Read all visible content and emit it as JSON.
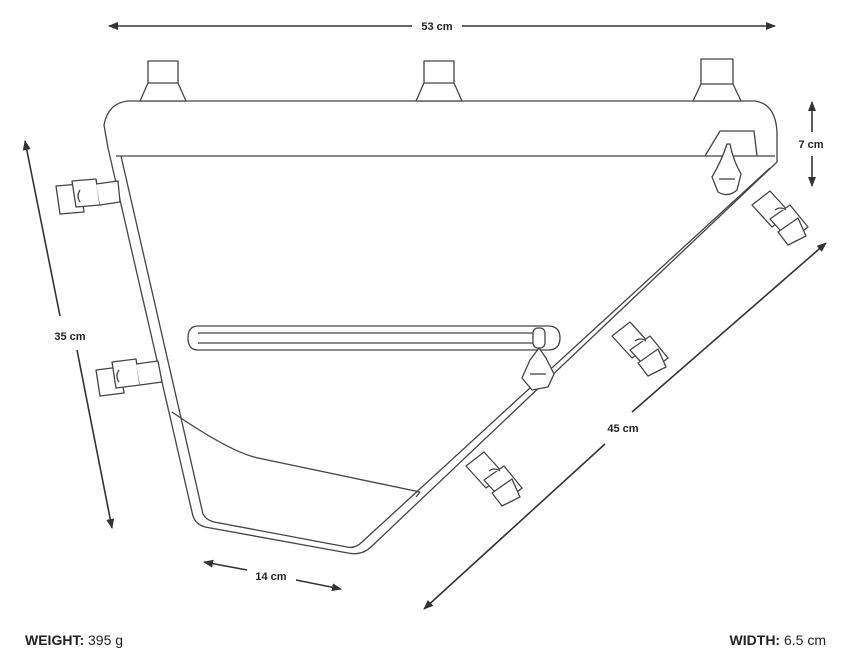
{
  "product_diagram": {
    "dimensions": {
      "top_length": "53 cm",
      "height": "7 cm",
      "left_side": "35 cm",
      "diagonal": "45 cm",
      "bottom": "14 cm"
    },
    "specs": {
      "weight_label": "WEIGHT:",
      "weight_value": "395 g",
      "width_label": "WIDTH:",
      "width_value": "6.5 cm"
    }
  }
}
